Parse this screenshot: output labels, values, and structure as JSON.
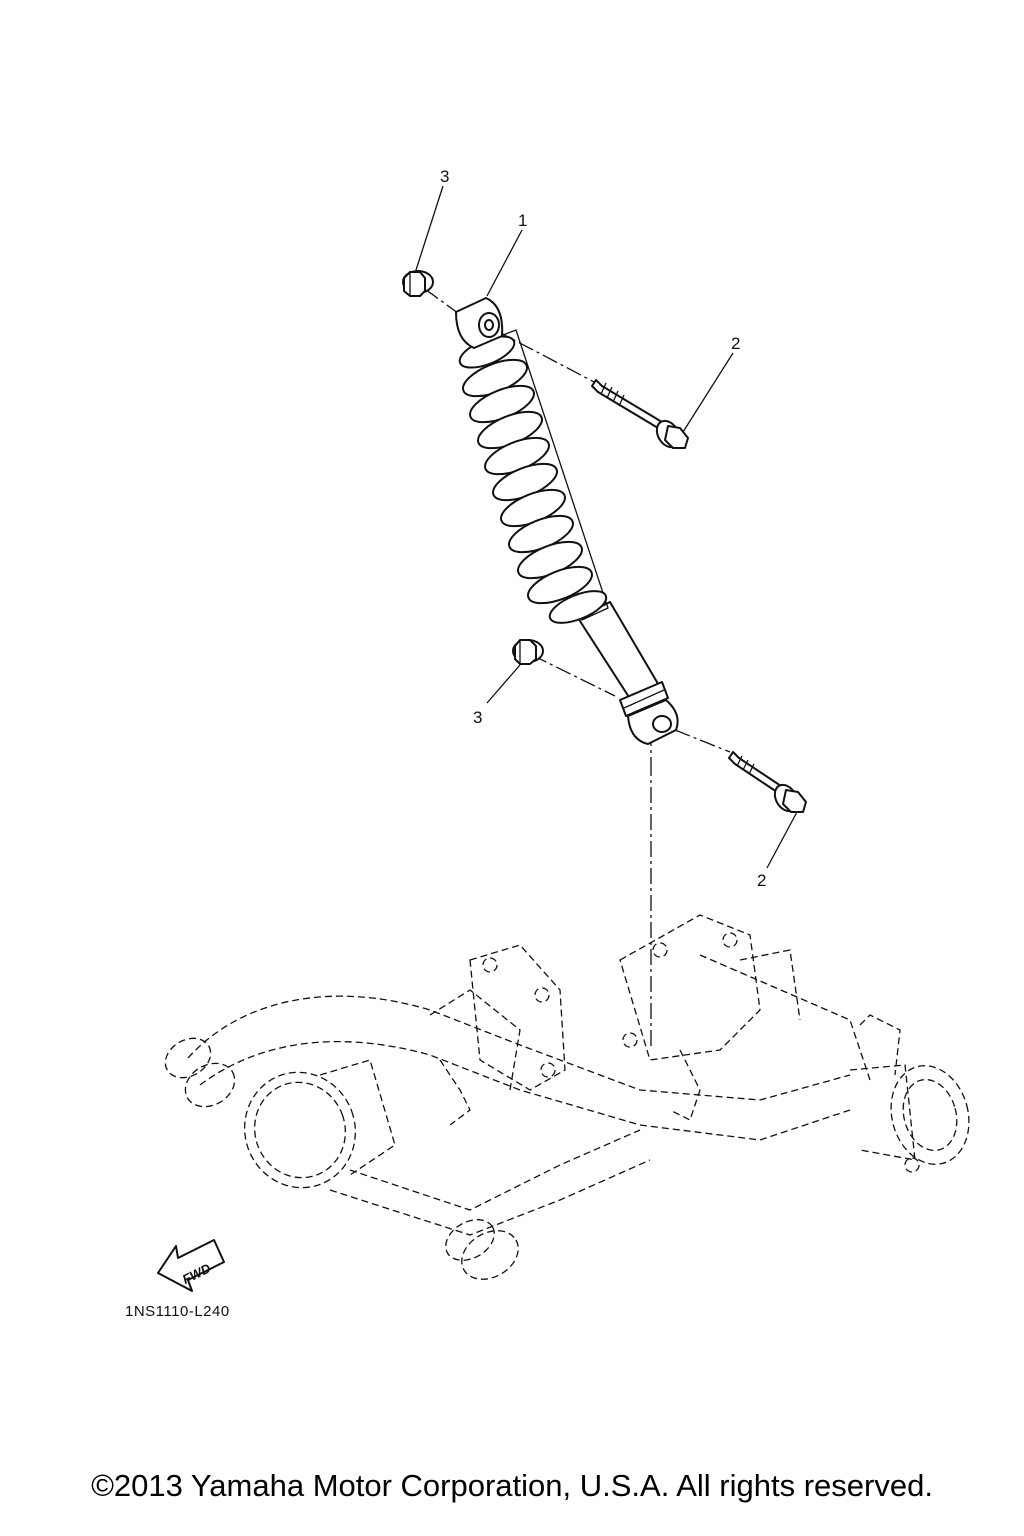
{
  "diagram": {
    "callouts": [
      {
        "id": "callout-3-top",
        "text": "3"
      },
      {
        "id": "callout-1",
        "text": "1"
      },
      {
        "id": "callout-2-top",
        "text": "2"
      },
      {
        "id": "callout-3-bottom",
        "text": "3"
      },
      {
        "id": "callout-2-bottom",
        "text": "2"
      }
    ],
    "fwd_label": "FWD",
    "drawing_code": "1NS1110-L240"
  },
  "footer": {
    "copyright": "©2013 Yamaha Motor Corporation, U.S.A. All rights reserved."
  }
}
